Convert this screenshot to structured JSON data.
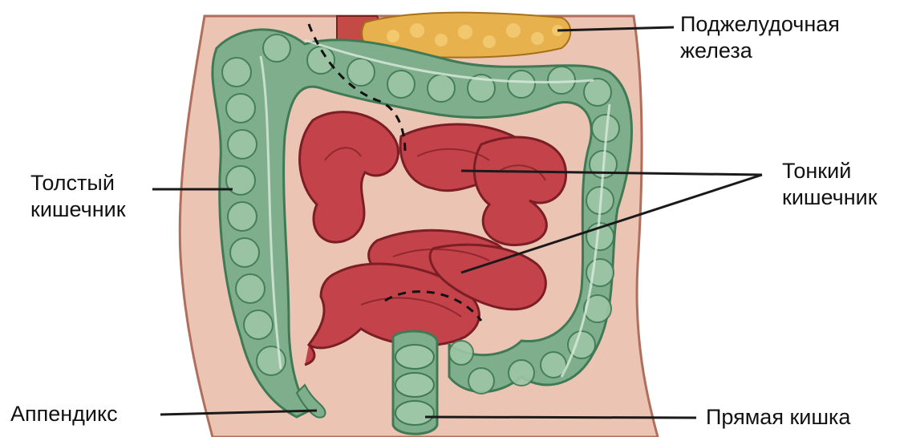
{
  "figure": {
    "colors": {
      "background": "#ffffff",
      "skin": "#ecc4b4",
      "skin_edge": "#b06f5c",
      "colon": "#7fae8c",
      "colon_dark": "#3f7a55",
      "small_intestine": "#c4424a",
      "small_intestine_dark": "#7c1e25",
      "pancreas": "#e7b24e",
      "stomach": "#c44a45",
      "leader_line": "#1a1a1a"
    },
    "labels": {
      "pancreas": [
        "Поджелудочная",
        "железа"
      ],
      "large_intestine": [
        "Толстый",
        "кишечник"
      ],
      "small_intestine": [
        "Тонкий",
        "кишечник"
      ],
      "appendix": "Аппендикс",
      "rectum": "Прямая кишка"
    }
  }
}
